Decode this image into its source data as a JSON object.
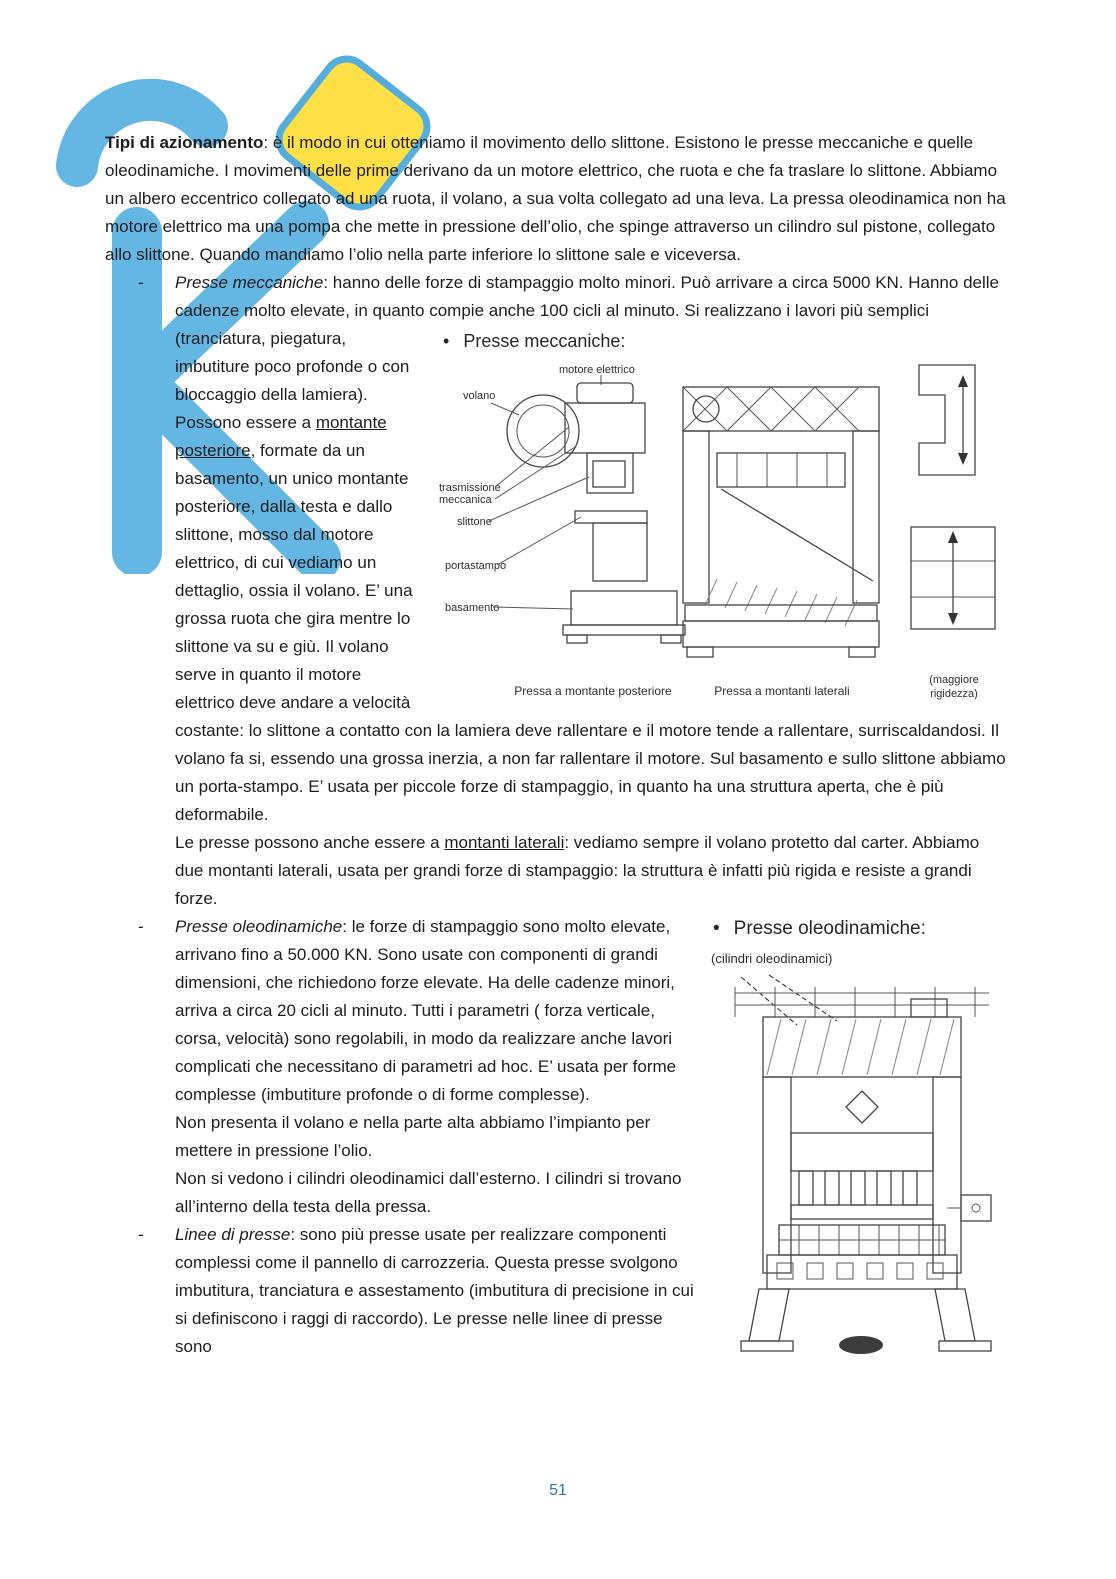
{
  "page": {
    "number": "51"
  },
  "watermark": {
    "name": "skuola-net-logo",
    "blue": "#41A8DC",
    "yellow": "#FFD91E"
  },
  "intro": {
    "lead": "Tipi di azionamento",
    "body": ": è il modo in cui otteniamo il movimento dello slittone. Esistono le presse meccaniche e quelle oleodinamiche. I movimenti delle prime derivano da un motore elettrico, che ruota e che fa traslare lo slittone. Abbiamo un albero eccentrico collegato ad una ruota, il volano, a sua volta collegato ad una leva. La pressa oleodinamica non ha motore elettrico ma una pompa che mette in pressione dell’olio, che spinge attraverso un cilindro sul pistone, collegato allo slittone. Quando mandiamo l’olio nella parte inferiore lo slittone sale e viceversa."
  },
  "bullet1": {
    "marker": "-",
    "lead": "Presse meccaniche",
    "seg_a": ": hanno delle forze di stampaggio molto minori. Può arrivare a circa 5000 KN. Hanno delle cadenze molto elevate, in quanto compie anche 100 cicli al minuto. Si realizzano i ",
    "seg_b": "lavori più semplici (tranciatura, piegatura, imbutiture poco profonde o con bloccaggio della lamiera). Possono essere a ",
    "underline1": "montante posteriore",
    "seg_c": ", formate da un basamento, un unico montante posteriore, dalla testa e dallo slittone, mosso dal motore elettrico, di cui vediamo un dettaglio, ossia il volano. E’ una grossa ruota che gira mentre lo slittone va su e giù. Il volano serve in quanto il motore elettrico deve andare a velocità costante: lo slittone a contatto con la lamiera deve rallentare e il motore tende a rallentare, surriscaldandosi. Il volano fa si, essendo una grossa inerzia, a non far rallentare il motore. Sul basamento e sullo slittone abbiamo un porta-stampo. E’ usata per piccole forze di stampaggio, in quanto ha una struttura aperta, che è più deformabile.",
    "p2_a": "Le presse possono anche essere a ",
    "underline2": "montanti laterali",
    "p2_b": ": vediamo sempre il volano protetto dal carter. Abbiamo due montanti laterali, usata per grandi forze di stampaggio: la struttura è infatti più rigida e resiste a grandi forze."
  },
  "figure1": {
    "bullet": "•",
    "heading": "Presse meccaniche:",
    "labels": {
      "motore_elettrico": "motore elettrico",
      "volano": "volano",
      "trasmissione_l1": "trasmissione",
      "trasmissione_l2": "meccanica",
      "slittone": "slittone",
      "portastampo": "portastampo",
      "basamento": "basamento"
    },
    "captions": {
      "left": "Pressa a montante posteriore",
      "middle": "Pressa a montanti laterali",
      "right_l1": "(maggiore",
      "right_l2": "rigidezza)"
    }
  },
  "bullet2": {
    "marker": "-",
    "lead": "Presse oleodinamiche",
    "seg_a": ": le forze di stampaggio sono molto elevate, arrivano fino a 50.000 KN. Sono usate con componenti di grandi dimensioni, che richiedono forze elevate. Ha delle cadenze minori, arriva a circa 20 cicli al minuto. Tutti i parametri ( forza verticale, corsa, velocità) sono regolabili, in modo da realizzare anche lavori complicati che necessitano di parametri ad hoc. E’ usata per forme complesse (imbutiture profonde o di forme complesse).",
    "p2": "Non presenta il volano e nella parte alta abbiamo l’impianto per mettere in pressione l’olio.",
    "p3": "Non si vedono i cilindri oleodinamici dall’esterno. I cilindri si trovano all’interno della testa della pressa."
  },
  "figure2": {
    "bullet": "•",
    "heading": "Presse oleodinamiche:",
    "label_cilindri": "(cilindri oleodinamici)"
  },
  "bullet3": {
    "marker": "-",
    "lead": "Linee di presse",
    "seg_a": ": sono più presse usate per realizzare componenti complessi come il pannello di carrozzeria. Questa presse svolgono imbutitura, tranciatura e assestamento (imbutitura di precisione in cui si definiscono i raggi di raccordo). Le presse nelle linee di presse sono"
  }
}
